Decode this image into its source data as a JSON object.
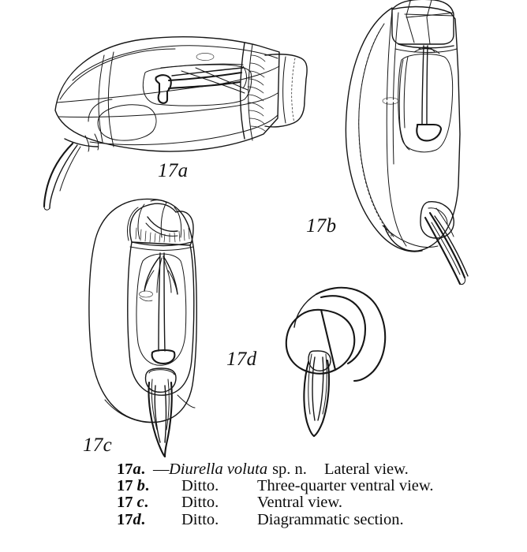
{
  "plate": {
    "kind": "scientific-illustration-plate",
    "background_color": "#ffffff",
    "ink_color": "#161616",
    "subject": "Diurella voluta sp. n.",
    "figure_count": 4
  },
  "figures": [
    {
      "id": "17a",
      "label": "17a",
      "view": "Lateral view",
      "orientation": "horizontal, head to the right, toe trailing to lower left",
      "features": [
        "lorica",
        "eye spot",
        "mastax",
        "corona with striations",
        "single long toe"
      ]
    },
    {
      "id": "17b",
      "label": "17b",
      "view": "Three-quarter ventral view",
      "orientation": "vertical, head at top, toes at lower right",
      "features": [
        "lorica",
        "eye spot",
        "internal organ",
        "paired toes"
      ]
    },
    {
      "id": "17c",
      "label": "17c",
      "view": "Ventral view",
      "orientation": "vertical, corona at top, toes at bottom",
      "features": [
        "lorica",
        "corona with ciliated band",
        "eye spot",
        "mastax",
        "toes"
      ]
    },
    {
      "id": "17d",
      "label": "17d",
      "view": "Diagrammatic section",
      "orientation": "vertical, two overlapping rounded outlines with toes below",
      "features": [
        "outline section",
        "toes"
      ]
    }
  ],
  "caption": {
    "lines": [
      {
        "tag": "17a.",
        "dash": "—",
        "species": "Diurella voluta",
        "authority": "sp. n.",
        "ditto": "",
        "view": "Lateral view."
      },
      {
        "tag": "17 b.",
        "dash": "",
        "species": "",
        "authority": "",
        "ditto": "Ditto.",
        "view": "Three-quarter ventral view."
      },
      {
        "tag": "17 c.",
        "dash": "",
        "species": "",
        "authority": "",
        "ditto": "Ditto.",
        "view": "Ventral view."
      },
      {
        "tag": "17 d.",
        "dash": "",
        "species": "",
        "authority": "",
        "ditto": "Ditto.",
        "view": "Diagrammatic section."
      }
    ]
  },
  "labels": {
    "fig_a": "17a",
    "fig_b": "17b",
    "fig_c": "17c",
    "fig_d": "17d"
  }
}
